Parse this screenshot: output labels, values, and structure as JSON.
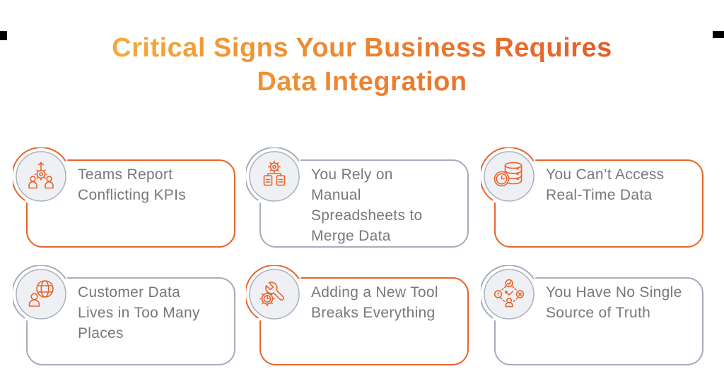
{
  "title": {
    "line1": "Critical Signs Your Business Requires",
    "line2": "Data Integration"
  },
  "colors": {
    "accent_orange": "#E8642C",
    "neutral_gray": "#A6ACBA",
    "title_gradient_from": "#F3AA3C",
    "title_gradient_to": "#E55D27",
    "icon_circle_fill": "#EEF0F4",
    "icon_circle_stroke": "#A9AFBC",
    "body_text_gray": "#76787D"
  },
  "cards": [
    {
      "text": "Teams Report Conflicting KPIs",
      "lines": [
        "Teams Report",
        "Conflicting KPIs"
      ],
      "icon": "teams-conflicting-kpis-icon",
      "accent": true
    },
    {
      "text": "You Rely on Manual Spreadsheets to Merge Data",
      "lines": [
        "You Rely on",
        "Manual",
        "Spreadsheets to",
        "Merge Data"
      ],
      "icon": "manual-spreadsheets-icon",
      "accent": false
    },
    {
      "text": "You Can’t Access Real-Time Data",
      "lines": [
        "You Can’t Access",
        "Real-Time Data"
      ],
      "icon": "realtime-database-clock-icon",
      "accent": true
    },
    {
      "text": "Customer Data Lives in Too Many Places",
      "lines": [
        "Customer Data",
        "Lives in Too Many",
        "Places"
      ],
      "icon": "customer-globe-person-icon",
      "accent": false
    },
    {
      "text": "Adding a New Tool Breaks Everything",
      "lines": [
        "Adding a New Tool",
        "Breaks Everything"
      ],
      "icon": "wrench-gear-icon",
      "accent": true
    },
    {
      "text": "You Have No Single Source of Truth",
      "lines": [
        "You Have No Single",
        "Source of Truth"
      ],
      "icon": "decision-cycle-icon",
      "accent": false
    }
  ]
}
